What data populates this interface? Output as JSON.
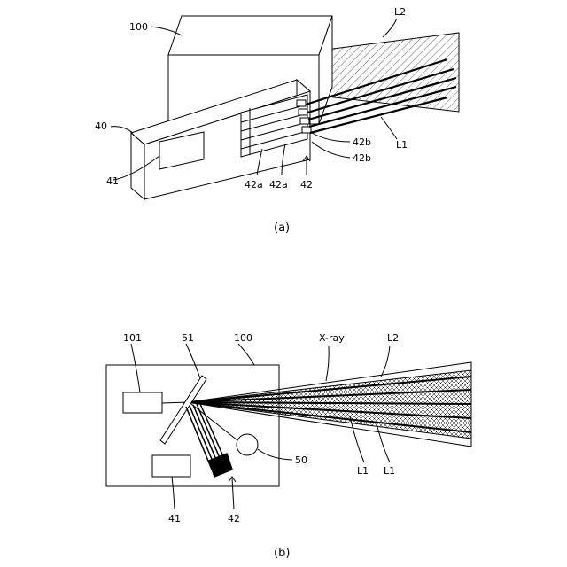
{
  "figure_a": {
    "caption": "(a)",
    "labels": {
      "housing": "100",
      "light_source_unit": "40",
      "element_41": "41",
      "array_42": "42",
      "sub_42a_1": "42a",
      "sub_42a_2": "42a",
      "sub_42b_1": "42b",
      "sub_42b_2": "42b",
      "beam_l1": "L1",
      "plane_l2": "L2"
    }
  },
  "figure_b": {
    "caption": "(b)",
    "labels": {
      "housing": "100",
      "element_101": "101",
      "mirror_51": "51",
      "element_41": "41",
      "array_42": "42",
      "element_50": "50",
      "xray": "X-ray",
      "plane_l2": "L2",
      "beam_l1_1": "L1",
      "beam_l1_2": "L1"
    }
  },
  "colors": {
    "line": "#000000",
    "background": "#ffffff"
  }
}
